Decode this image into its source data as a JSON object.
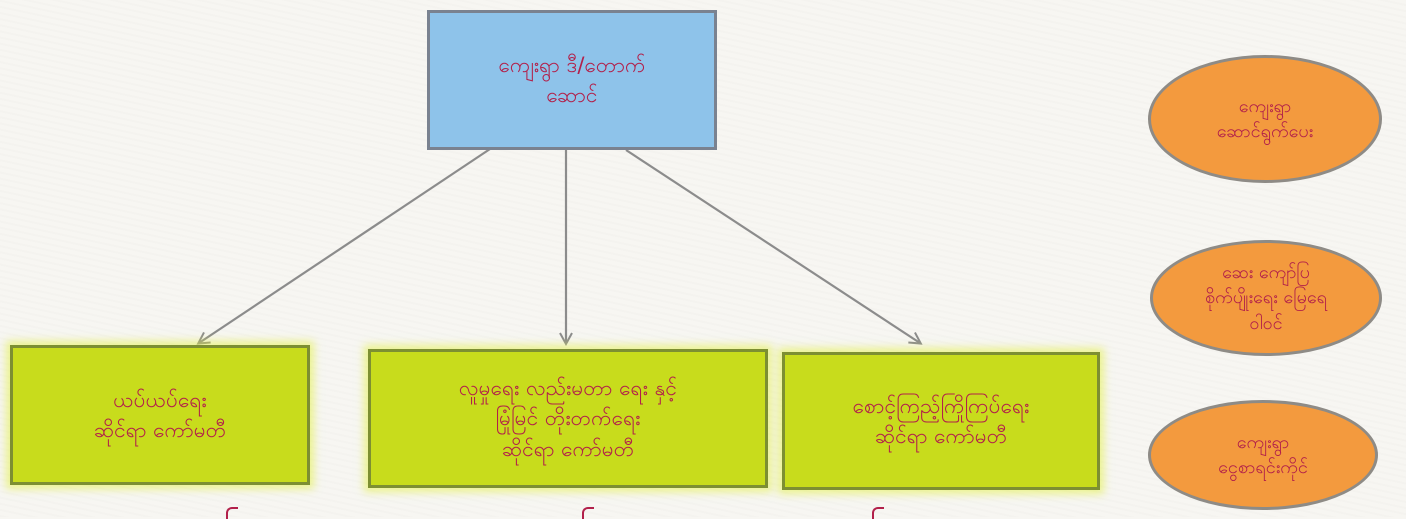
{
  "diagram": {
    "root": {
      "line1": "ကျေးရွာ ဒီ/တောက်",
      "line2": "ဆောင်",
      "color": "#8ec3ea"
    },
    "children": [
      {
        "line1": "ယပ်ယပ်ရေး",
        "line2": "ဆိုင်ရာ ကော်မတီ",
        "line3": ""
      },
      {
        "line1": "လူမှုရေး လည်းမတာ ရေး နှင့်",
        "line2": "မြုံမြင် တိုးတက်ရေး",
        "line3": "ဆိုင်ရာ ကော်မတီ"
      },
      {
        "line1": "စောင့်ကြည့်ကြိုကြပ်ရေး",
        "line2": "ဆိုင်ရာ ကော်မတီ",
        "line3": ""
      }
    ],
    "ovals": [
      {
        "line1": "ကျေးရွာ",
        "line2": "ဆောင်ရွက်ပေး",
        "line3": ""
      },
      {
        "line1": "ဆေး ကျော်ပြ",
        "line2": "စိုက်ပျိုးရေး မြေရေ",
        "line3": "ဝါဝင်"
      },
      {
        "line1": "ကျေးရွာ",
        "line2": "ငွေစာရင်းကိုင်",
        "line3": ""
      }
    ],
    "colors": {
      "child_fill": "#c8dc1c",
      "oval_fill": "#f39a3e",
      "text": "#b2204a",
      "arrow": "#8c8c8c"
    }
  }
}
